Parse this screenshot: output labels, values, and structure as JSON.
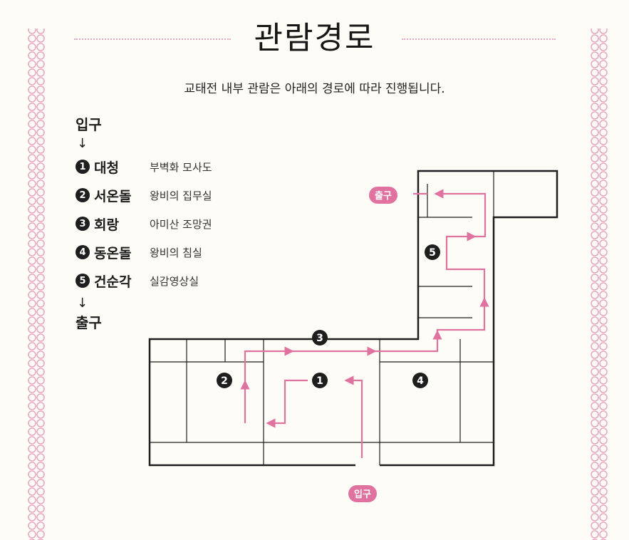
{
  "title": "관람경로",
  "subtitle": "교태전 내부 관람은 아래의 경로에 따라 진행됩니다.",
  "legend": {
    "entrance": "입구",
    "exit": "출구",
    "arrow": "↓",
    "items": [
      {
        "num": "1",
        "name": "대청",
        "desc": "부벽화 모사도"
      },
      {
        "num": "2",
        "name": "서온돌",
        "desc": "왕비의 집무실"
      },
      {
        "num": "3",
        "name": "회랑",
        "desc": "아미산 조망권"
      },
      {
        "num": "4",
        "name": "동온돌",
        "desc": "왕비의 침실"
      },
      {
        "num": "5",
        "name": "건순각",
        "desc": "실감영상실"
      }
    ]
  },
  "plan": {
    "entrance_tag": "입구",
    "exit_tag": "출구",
    "markers": [
      "1",
      "2",
      "3",
      "4",
      "5"
    ]
  },
  "colors": {
    "accent_pink": "#e0729f",
    "wall": "#1e1e1e",
    "background": "#fdfcf6",
    "border_pink": "#e8a8c4"
  }
}
